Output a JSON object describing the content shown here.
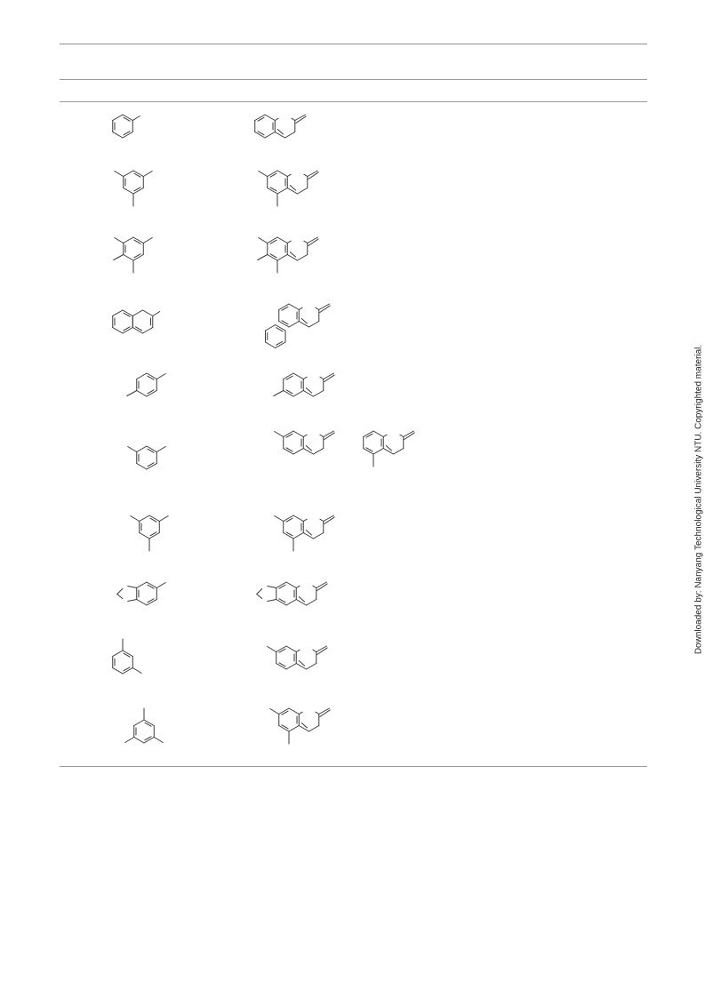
{
  "watermark": "Downloaded by: Nanyang Technological University NTU. Copyrighted material.",
  "table": {
    "rows": [
      {
        "substrate": "benzene (methyl)",
        "products": [
          "benzo-fused ring"
        ]
      },
      {
        "substrate": "trimethyl arene",
        "products": [
          "fused product"
        ]
      },
      {
        "substrate": "tetramethyl arene",
        "products": [
          "fused product"
        ]
      },
      {
        "substrate": "naphthalene (methyl)",
        "products": [
          "phenanthrene-fused product"
        ]
      },
      {
        "substrate": "para-dimethyl arene",
        "products": [
          "fused product"
        ]
      },
      {
        "substrate": "meta-dimethyl arene",
        "products": [
          "fused product A",
          "fused product B"
        ]
      },
      {
        "substrate": "trimethyl arene",
        "products": [
          "fused product"
        ]
      },
      {
        "substrate": "dioxole arene",
        "products": [
          "fused product"
        ]
      },
      {
        "substrate": "meta-dimethyl arene",
        "products": [
          "fused product"
        ]
      },
      {
        "substrate": "trimethyl arene",
        "products": [
          "fused product"
        ]
      }
    ]
  }
}
